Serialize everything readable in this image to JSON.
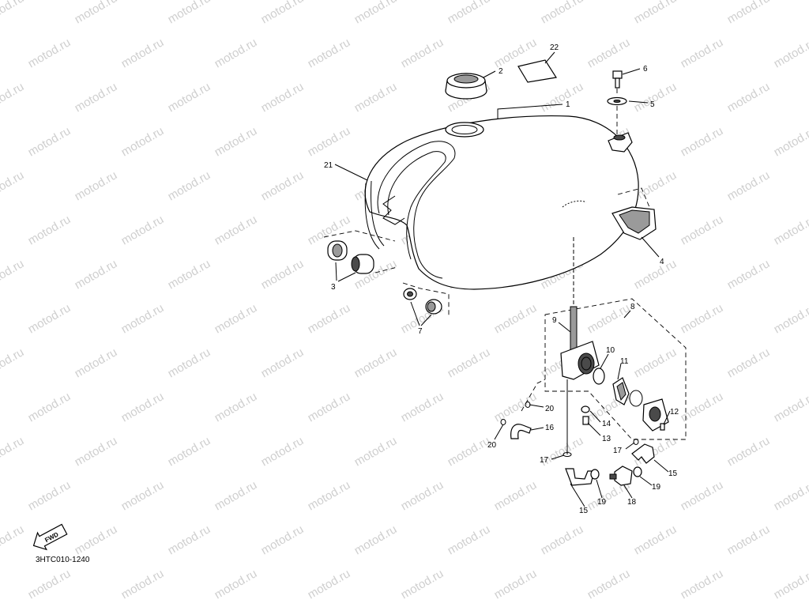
{
  "watermark": {
    "text": "motod.ru"
  },
  "diagram": {
    "code": "3HTC010-1240",
    "front_arrow_text": "FWD"
  },
  "callouts": [
    {
      "id": "1",
      "label": "1"
    },
    {
      "id": "2",
      "label": "2"
    },
    {
      "id": "3",
      "label": "3"
    },
    {
      "id": "4",
      "label": "4"
    },
    {
      "id": "5",
      "label": "5"
    },
    {
      "id": "6",
      "label": "6"
    },
    {
      "id": "7",
      "label": "7"
    },
    {
      "id": "8",
      "label": "8"
    },
    {
      "id": "9",
      "label": "9"
    },
    {
      "id": "10",
      "label": "10"
    },
    {
      "id": "11",
      "label": "11"
    },
    {
      "id": "12",
      "label": "12"
    },
    {
      "id": "13",
      "label": "13"
    },
    {
      "id": "14",
      "label": "14"
    },
    {
      "id": "15a",
      "label": "15"
    },
    {
      "id": "15b",
      "label": "15"
    },
    {
      "id": "16",
      "label": "16"
    },
    {
      "id": "17a",
      "label": "17"
    },
    {
      "id": "17b",
      "label": "17"
    },
    {
      "id": "18",
      "label": "18"
    },
    {
      "id": "19a",
      "label": "19"
    },
    {
      "id": "19b",
      "label": "19"
    },
    {
      "id": "20a",
      "label": "20"
    },
    {
      "id": "20b",
      "label": "20"
    },
    {
      "id": "21",
      "label": "21"
    },
    {
      "id": "22",
      "label": "22"
    }
  ]
}
